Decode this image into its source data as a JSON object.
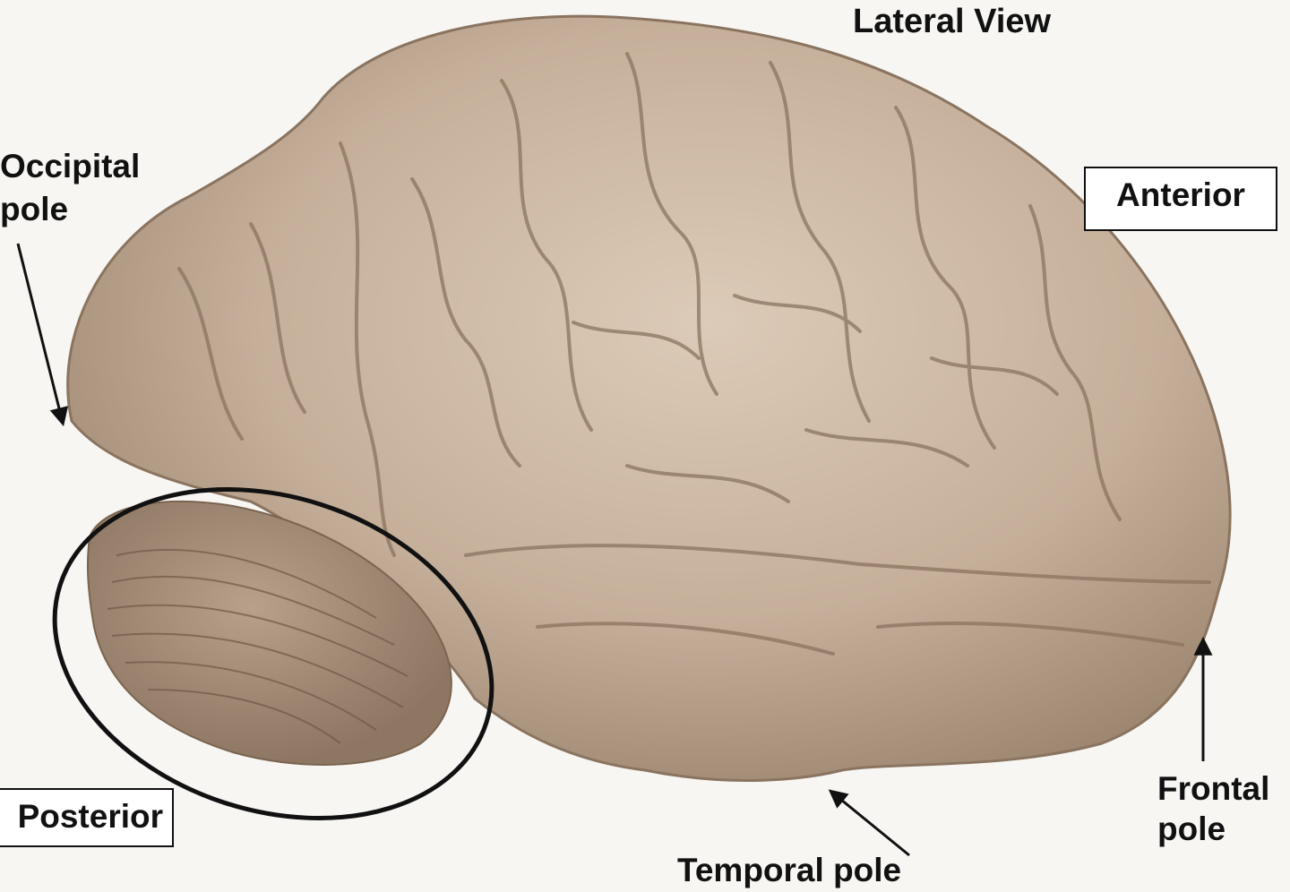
{
  "image": {
    "subject": "lateral view of a human brain specimen with cerebellum circled",
    "background_color": "#f7f6f3",
    "specimen_color": "#c8b4a0",
    "specimen_shadow_color": "#8f7a66",
    "cerebellum_color": "#a8907a",
    "annotation_color": "#111111"
  },
  "labels": {
    "title": "Lateral View",
    "occipital_pole": "Occipital\npole",
    "anterior": "Anterior",
    "posterior": "Posterior",
    "temporal_pole": "Temporal pole",
    "frontal_pole": "Frontal\npole"
  }
}
